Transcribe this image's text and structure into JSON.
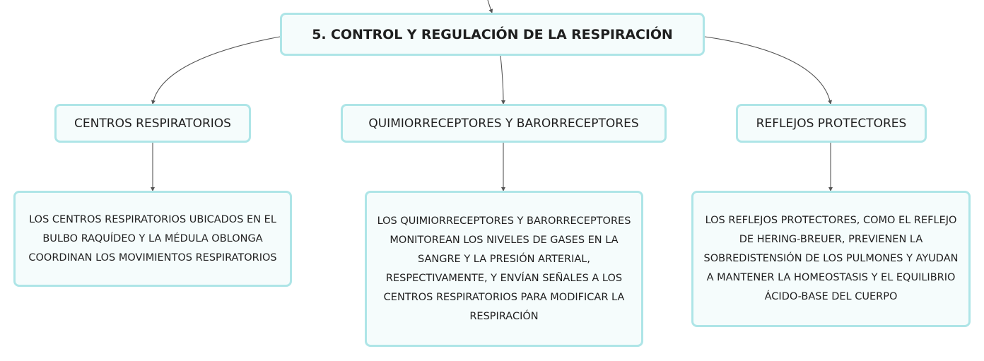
{
  "central_topic": {
    "label": "5. CONTROL Y REGULACIÓN DE LA RESPIRACIÓN"
  },
  "topics": [
    {
      "label": "CENTROS RESPIRATORIOS",
      "description": "LOS CENTROS RESPIRATORIOS UBICADOS EN EL BULBO RAQUÍDEO Y LA MÉDULA OBLONGA COORDINAN LOS MOVIMIENTOS RESPIRATORIOS"
    },
    {
      "label": "QUIMIORRECEPTORES Y BARORRECEPTORES",
      "description": "LOS QUIMIORRECEPTORES Y BARORRECEPTORES MONITOREAN LOS NIVELES DE GASES EN LA SANGRE Y LA PRESIÓN ARTERIAL, RESPECTIVAMENTE, Y ENVÍAN SEÑALES A LOS CENTROS RESPIRATORIOS PARA MODIFICAR LA RESPIRACIÓN"
    },
    {
      "label": "REFLEJOS PROTECTORES",
      "description": "LOS REFLEJOS PROTECTORES, COMO EL REFLEJO DE HERING-BREUER, PREVIENEN LA SOBREDISTENSIÓN DE LOS PULMONES Y AYUDAN A MANTENER LA HOMEOSTASIS Y EL EQUILIBRIO ÁCIDO-BASE DEL CUERPO"
    }
  ],
  "colors": {
    "node_border": "#aee5e7",
    "node_fill": "#f5fcfc",
    "connector": "#555555",
    "text": "#1f1f1f"
  }
}
